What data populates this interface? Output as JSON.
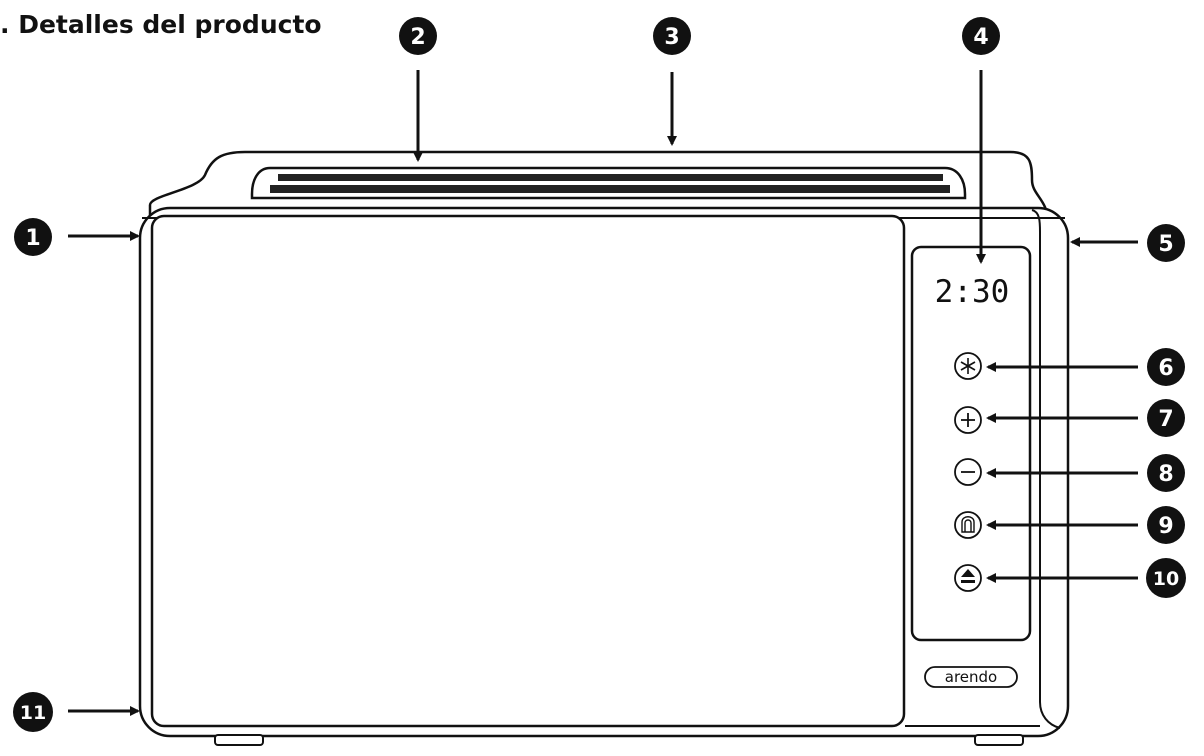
{
  "heading": ". Detalles del producto",
  "callouts": [
    "1",
    "2",
    "3",
    "4",
    "5",
    "6",
    "7",
    "8",
    "9",
    "10",
    "11"
  ],
  "display": {
    "time": "2:30"
  },
  "brand": "arendo",
  "icons": [
    "defrost-icon",
    "plus-icon",
    "minus-icon",
    "bagel-icon",
    "cancel-eject-icon"
  ],
  "colors": {
    "line": "#111111",
    "background": "#ffffff"
  }
}
